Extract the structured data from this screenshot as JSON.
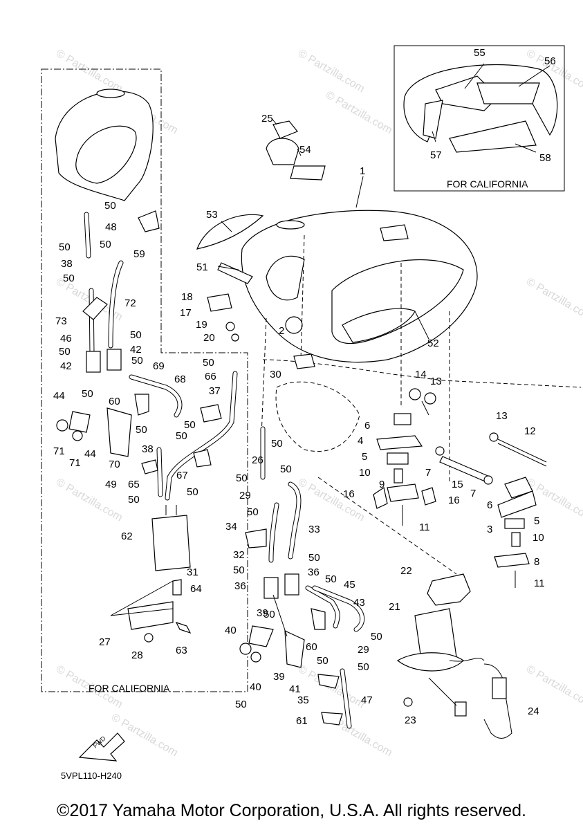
{
  "captions": {
    "california_top": "FOR CALIFORNIA",
    "california_left": "FOR CALIFORNIA",
    "fwd": "FWD",
    "diagram_code": "5VPL110-H240",
    "copyright": "©2017 Yamaha Motor Corporation, U.S.A. All rights reserved."
  },
  "watermark": "© Partzilla.com",
  "parts": [
    {
      "id": "1",
      "text": "1"
    },
    {
      "id": "2",
      "text": "2"
    },
    {
      "id": "3",
      "text": "3"
    },
    {
      "id": "4",
      "text": "4"
    },
    {
      "id": "5a",
      "text": "5"
    },
    {
      "id": "5b",
      "text": "5"
    },
    {
      "id": "6a",
      "text": "6"
    },
    {
      "id": "6b",
      "text": "6"
    },
    {
      "id": "7a",
      "text": "7"
    },
    {
      "id": "7b",
      "text": "7"
    },
    {
      "id": "8",
      "text": "8"
    },
    {
      "id": "9",
      "text": "9"
    },
    {
      "id": "10a",
      "text": "10"
    },
    {
      "id": "10b",
      "text": "10"
    },
    {
      "id": "11a",
      "text": "11"
    },
    {
      "id": "11b",
      "text": "11"
    },
    {
      "id": "12",
      "text": "12"
    },
    {
      "id": "13a",
      "text": "13"
    },
    {
      "id": "13b",
      "text": "13"
    },
    {
      "id": "14",
      "text": "14"
    },
    {
      "id": "15",
      "text": "15"
    },
    {
      "id": "16a",
      "text": "16"
    },
    {
      "id": "16b",
      "text": "16"
    },
    {
      "id": "17",
      "text": "17"
    },
    {
      "id": "18",
      "text": "18"
    },
    {
      "id": "19",
      "text": "19"
    },
    {
      "id": "20",
      "text": "20"
    },
    {
      "id": "21",
      "text": "21"
    },
    {
      "id": "22",
      "text": "22"
    },
    {
      "id": "23",
      "text": "23"
    },
    {
      "id": "24",
      "text": "24"
    },
    {
      "id": "25",
      "text": "25"
    },
    {
      "id": "26",
      "text": "26"
    },
    {
      "id": "27",
      "text": "27"
    },
    {
      "id": "28",
      "text": "28"
    },
    {
      "id": "29a",
      "text": "29"
    },
    {
      "id": "29b",
      "text": "29"
    },
    {
      "id": "30",
      "text": "30"
    },
    {
      "id": "31",
      "text": "31"
    },
    {
      "id": "32",
      "text": "32"
    },
    {
      "id": "33",
      "text": "33"
    },
    {
      "id": "34",
      "text": "34"
    },
    {
      "id": "35",
      "text": "35"
    },
    {
      "id": "36a",
      "text": "36"
    },
    {
      "id": "36b",
      "text": "36"
    },
    {
      "id": "37",
      "text": "37"
    },
    {
      "id": "38a",
      "text": "38"
    },
    {
      "id": "38b",
      "text": "38"
    },
    {
      "id": "39a",
      "text": "39"
    },
    {
      "id": "39b",
      "text": "39"
    },
    {
      "id": "40a",
      "text": "40"
    },
    {
      "id": "40b",
      "text": "40"
    },
    {
      "id": "41",
      "text": "41"
    },
    {
      "id": "42a",
      "text": "42"
    },
    {
      "id": "42b",
      "text": "42"
    },
    {
      "id": "43",
      "text": "43"
    },
    {
      "id": "44a",
      "text": "44"
    },
    {
      "id": "44b",
      "text": "44"
    },
    {
      "id": "45",
      "text": "45"
    },
    {
      "id": "46",
      "text": "46"
    },
    {
      "id": "47",
      "text": "47"
    },
    {
      "id": "48",
      "text": "48"
    },
    {
      "id": "49",
      "text": "49"
    },
    {
      "id": "50a",
      "text": "50"
    },
    {
      "id": "50b",
      "text": "50"
    },
    {
      "id": "50c",
      "text": "50"
    },
    {
      "id": "50d",
      "text": "50"
    },
    {
      "id": "50e",
      "text": "50"
    },
    {
      "id": "50f",
      "text": "50"
    },
    {
      "id": "50g",
      "text": "50"
    },
    {
      "id": "50h",
      "text": "50"
    },
    {
      "id": "50i",
      "text": "50"
    },
    {
      "id": "50j",
      "text": "50"
    },
    {
      "id": "50k",
      "text": "50"
    },
    {
      "id": "50l",
      "text": "50"
    },
    {
      "id": "50m",
      "text": "50"
    },
    {
      "id": "50n",
      "text": "50"
    },
    {
      "id": "50o",
      "text": "50"
    },
    {
      "id": "50p",
      "text": "50"
    },
    {
      "id": "50q",
      "text": "50"
    },
    {
      "id": "50r",
      "text": "50"
    },
    {
      "id": "50s",
      "text": "50"
    },
    {
      "id": "50t",
      "text": "50"
    },
    {
      "id": "50u",
      "text": "50"
    },
    {
      "id": "50v",
      "text": "50"
    },
    {
      "id": "50w",
      "text": "50"
    },
    {
      "id": "50x",
      "text": "50"
    },
    {
      "id": "50y",
      "text": "50"
    },
    {
      "id": "50z",
      "text": "50"
    },
    {
      "id": "51",
      "text": "51"
    },
    {
      "id": "52",
      "text": "52"
    },
    {
      "id": "53",
      "text": "53"
    },
    {
      "id": "54",
      "text": "54"
    },
    {
      "id": "55",
      "text": "55"
    },
    {
      "id": "56",
      "text": "56"
    },
    {
      "id": "57",
      "text": "57"
    },
    {
      "id": "58",
      "text": "58"
    },
    {
      "id": "59",
      "text": "59"
    },
    {
      "id": "60a",
      "text": "60"
    },
    {
      "id": "60b",
      "text": "60"
    },
    {
      "id": "61",
      "text": "61"
    },
    {
      "id": "62",
      "text": "62"
    },
    {
      "id": "63",
      "text": "63"
    },
    {
      "id": "64",
      "text": "64"
    },
    {
      "id": "65",
      "text": "65"
    },
    {
      "id": "66",
      "text": "66"
    },
    {
      "id": "67",
      "text": "67"
    },
    {
      "id": "68",
      "text": "68"
    },
    {
      "id": "69",
      "text": "69"
    },
    {
      "id": "70",
      "text": "70"
    },
    {
      "id": "71a",
      "text": "71"
    },
    {
      "id": "71b",
      "text": "71"
    },
    {
      "id": "72",
      "text": "72"
    },
    {
      "id": "73",
      "text": "73"
    }
  ]
}
